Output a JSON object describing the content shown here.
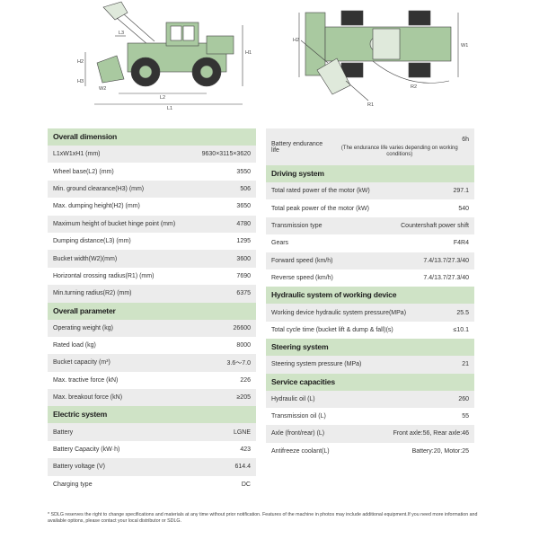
{
  "drawing_labels": {
    "side": [
      "H3",
      "H2",
      "L3",
      "H1",
      "W2",
      "L2",
      "L1"
    ],
    "top": [
      "H2",
      "W1",
      "R1",
      "R2"
    ]
  },
  "left": {
    "overall_dimension": {
      "title": "Overall dimension",
      "rows": [
        {
          "label": "L1xW1xH1 (mm)",
          "value": "9630×3115×3620"
        },
        {
          "label": "Wheel base(L2) (mm)",
          "value": "3550"
        },
        {
          "label": "Min. ground clearance(H3) (mm)",
          "value": "506"
        },
        {
          "label": "Max. dumping height(H2) (mm)",
          "value": "3650"
        },
        {
          "label": "Maximum height of bucket hinge point (mm)",
          "value": "4780"
        },
        {
          "label": "Dumping distance(L3) (mm)",
          "value": "1295"
        },
        {
          "label": "Bucket width(W2)(mm)",
          "value": "3600"
        },
        {
          "label": "Horizontal crossing radius(R1) (mm)",
          "value": "7690"
        },
        {
          "label": "Min.turning radius(R2) (mm)",
          "value": "6375"
        }
      ]
    },
    "overall_parameter": {
      "title": "Overall parameter",
      "rows": [
        {
          "label": "Operating weight (kg)",
          "value": "26600"
        },
        {
          "label": "Rated load (kg)",
          "value": "8000"
        },
        {
          "label": "Bucket capacity (m³)",
          "value": "3.6～7.0"
        },
        {
          "label": "Max. tractive force (kN)",
          "value": "226"
        },
        {
          "label": "Max. breakout force (kN)",
          "value": "≥205"
        }
      ]
    },
    "electric_system": {
      "title": "Electric system",
      "rows": [
        {
          "label": "Battery",
          "value": "LGNE"
        },
        {
          "label": "Battery Capacity (kW·h)",
          "value": "423"
        },
        {
          "label": "Battery voltage (V)",
          "value": "614.4"
        },
        {
          "label": "Charging type",
          "value": "DC"
        }
      ]
    }
  },
  "right": {
    "battery_endurance": {
      "label": "Battery endurance life",
      "value": "6h",
      "note": "(The endurance life varies depending on working conditions)"
    },
    "driving_system": {
      "title": "Driving system",
      "rows": [
        {
          "label": "Total rated power of the motor (kW)",
          "value": "297.1"
        },
        {
          "label": "Total peak power of the motor (kW)",
          "value": "540"
        },
        {
          "label": "Transmission type",
          "value": "Countershaft power shift"
        },
        {
          "label": "Gears",
          "value": "F4R4"
        },
        {
          "label": "Forward speed (km/h)",
          "value": "7.4/13.7/27.3/40"
        },
        {
          "label": "Reverse speed (km/h)",
          "value": "7.4/13.7/27.3/40"
        }
      ]
    },
    "hydraulic_system": {
      "title": "Hydraulic system of working device",
      "rows": [
        {
          "label": "Working device hydraulic system pressure(MPa)",
          "value": "25.5"
        },
        {
          "label": "Total cycle time (bucket lift & dump & fall)(s)",
          "value": "≤10.1"
        }
      ]
    },
    "steering_system": {
      "title": "Steering system",
      "rows": [
        {
          "label": "Steering system pressure (MPa)",
          "value": "21"
        }
      ]
    },
    "service_capacities": {
      "title": "Service capacities",
      "rows": [
        {
          "label": "Hydraulic oil (L)",
          "value": "260"
        },
        {
          "label": "Transmission oil (L)",
          "value": "55"
        },
        {
          "label": "Axle (front/rear) (L)",
          "value": "Front axle:56, Rear axle:46"
        },
        {
          "label": "Antifreeze coolant(L)",
          "value": "Battery:20, Motor:25"
        }
      ]
    }
  },
  "footnote": "* SDLG reserves the right to change specifications and materials at any time without prior notification. Features of the machine in photos may include additional equipment.If you need more information and available options, please contact your local distributor or SDLG.",
  "colors": {
    "section_bg": "#cfe3c6",
    "row_shade": "#ececec",
    "machine": "#a9c9a0"
  }
}
